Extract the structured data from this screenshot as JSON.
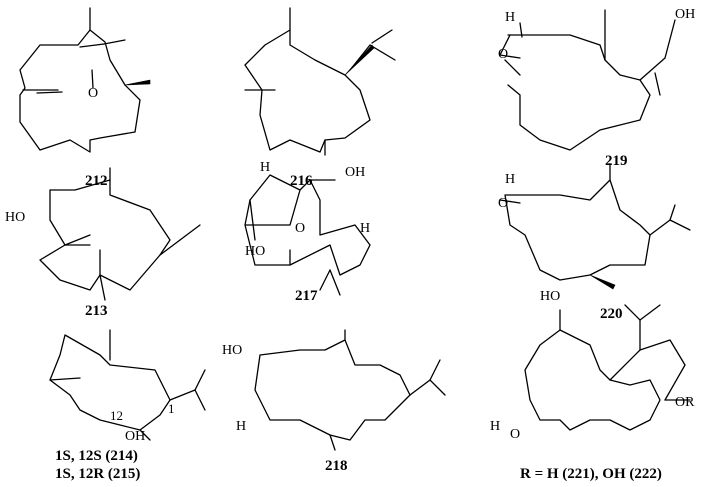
{
  "compounds": [
    {
      "id": "212",
      "caption": "212",
      "atoms": [
        "O"
      ]
    },
    {
      "id": "216",
      "caption": "216",
      "atoms": []
    },
    {
      "id": "219",
      "caption": "219",
      "atoms": [
        "H",
        "O",
        "OH"
      ]
    },
    {
      "id": "213",
      "caption": "213",
      "atoms": [
        "HO"
      ]
    },
    {
      "id": "217",
      "caption": "217",
      "atoms": [
        "H",
        "OH",
        "HO",
        "O",
        "H"
      ]
    },
    {
      "id": "220",
      "caption": "220",
      "atoms": [
        "H",
        "O",
        "HO"
      ]
    },
    {
      "id": "214",
      "caption_lines": [
        "1S, 12S (214)",
        "1S, 12R (215)"
      ],
      "atoms": [
        "12",
        "1",
        "OH"
      ]
    },
    {
      "id": "218",
      "caption": "218",
      "atoms": [
        "HO",
        "H"
      ]
    },
    {
      "id": "221",
      "caption": "R = H (221), OH (222)",
      "atoms": [
        "H",
        "O",
        "OR"
      ]
    }
  ]
}
